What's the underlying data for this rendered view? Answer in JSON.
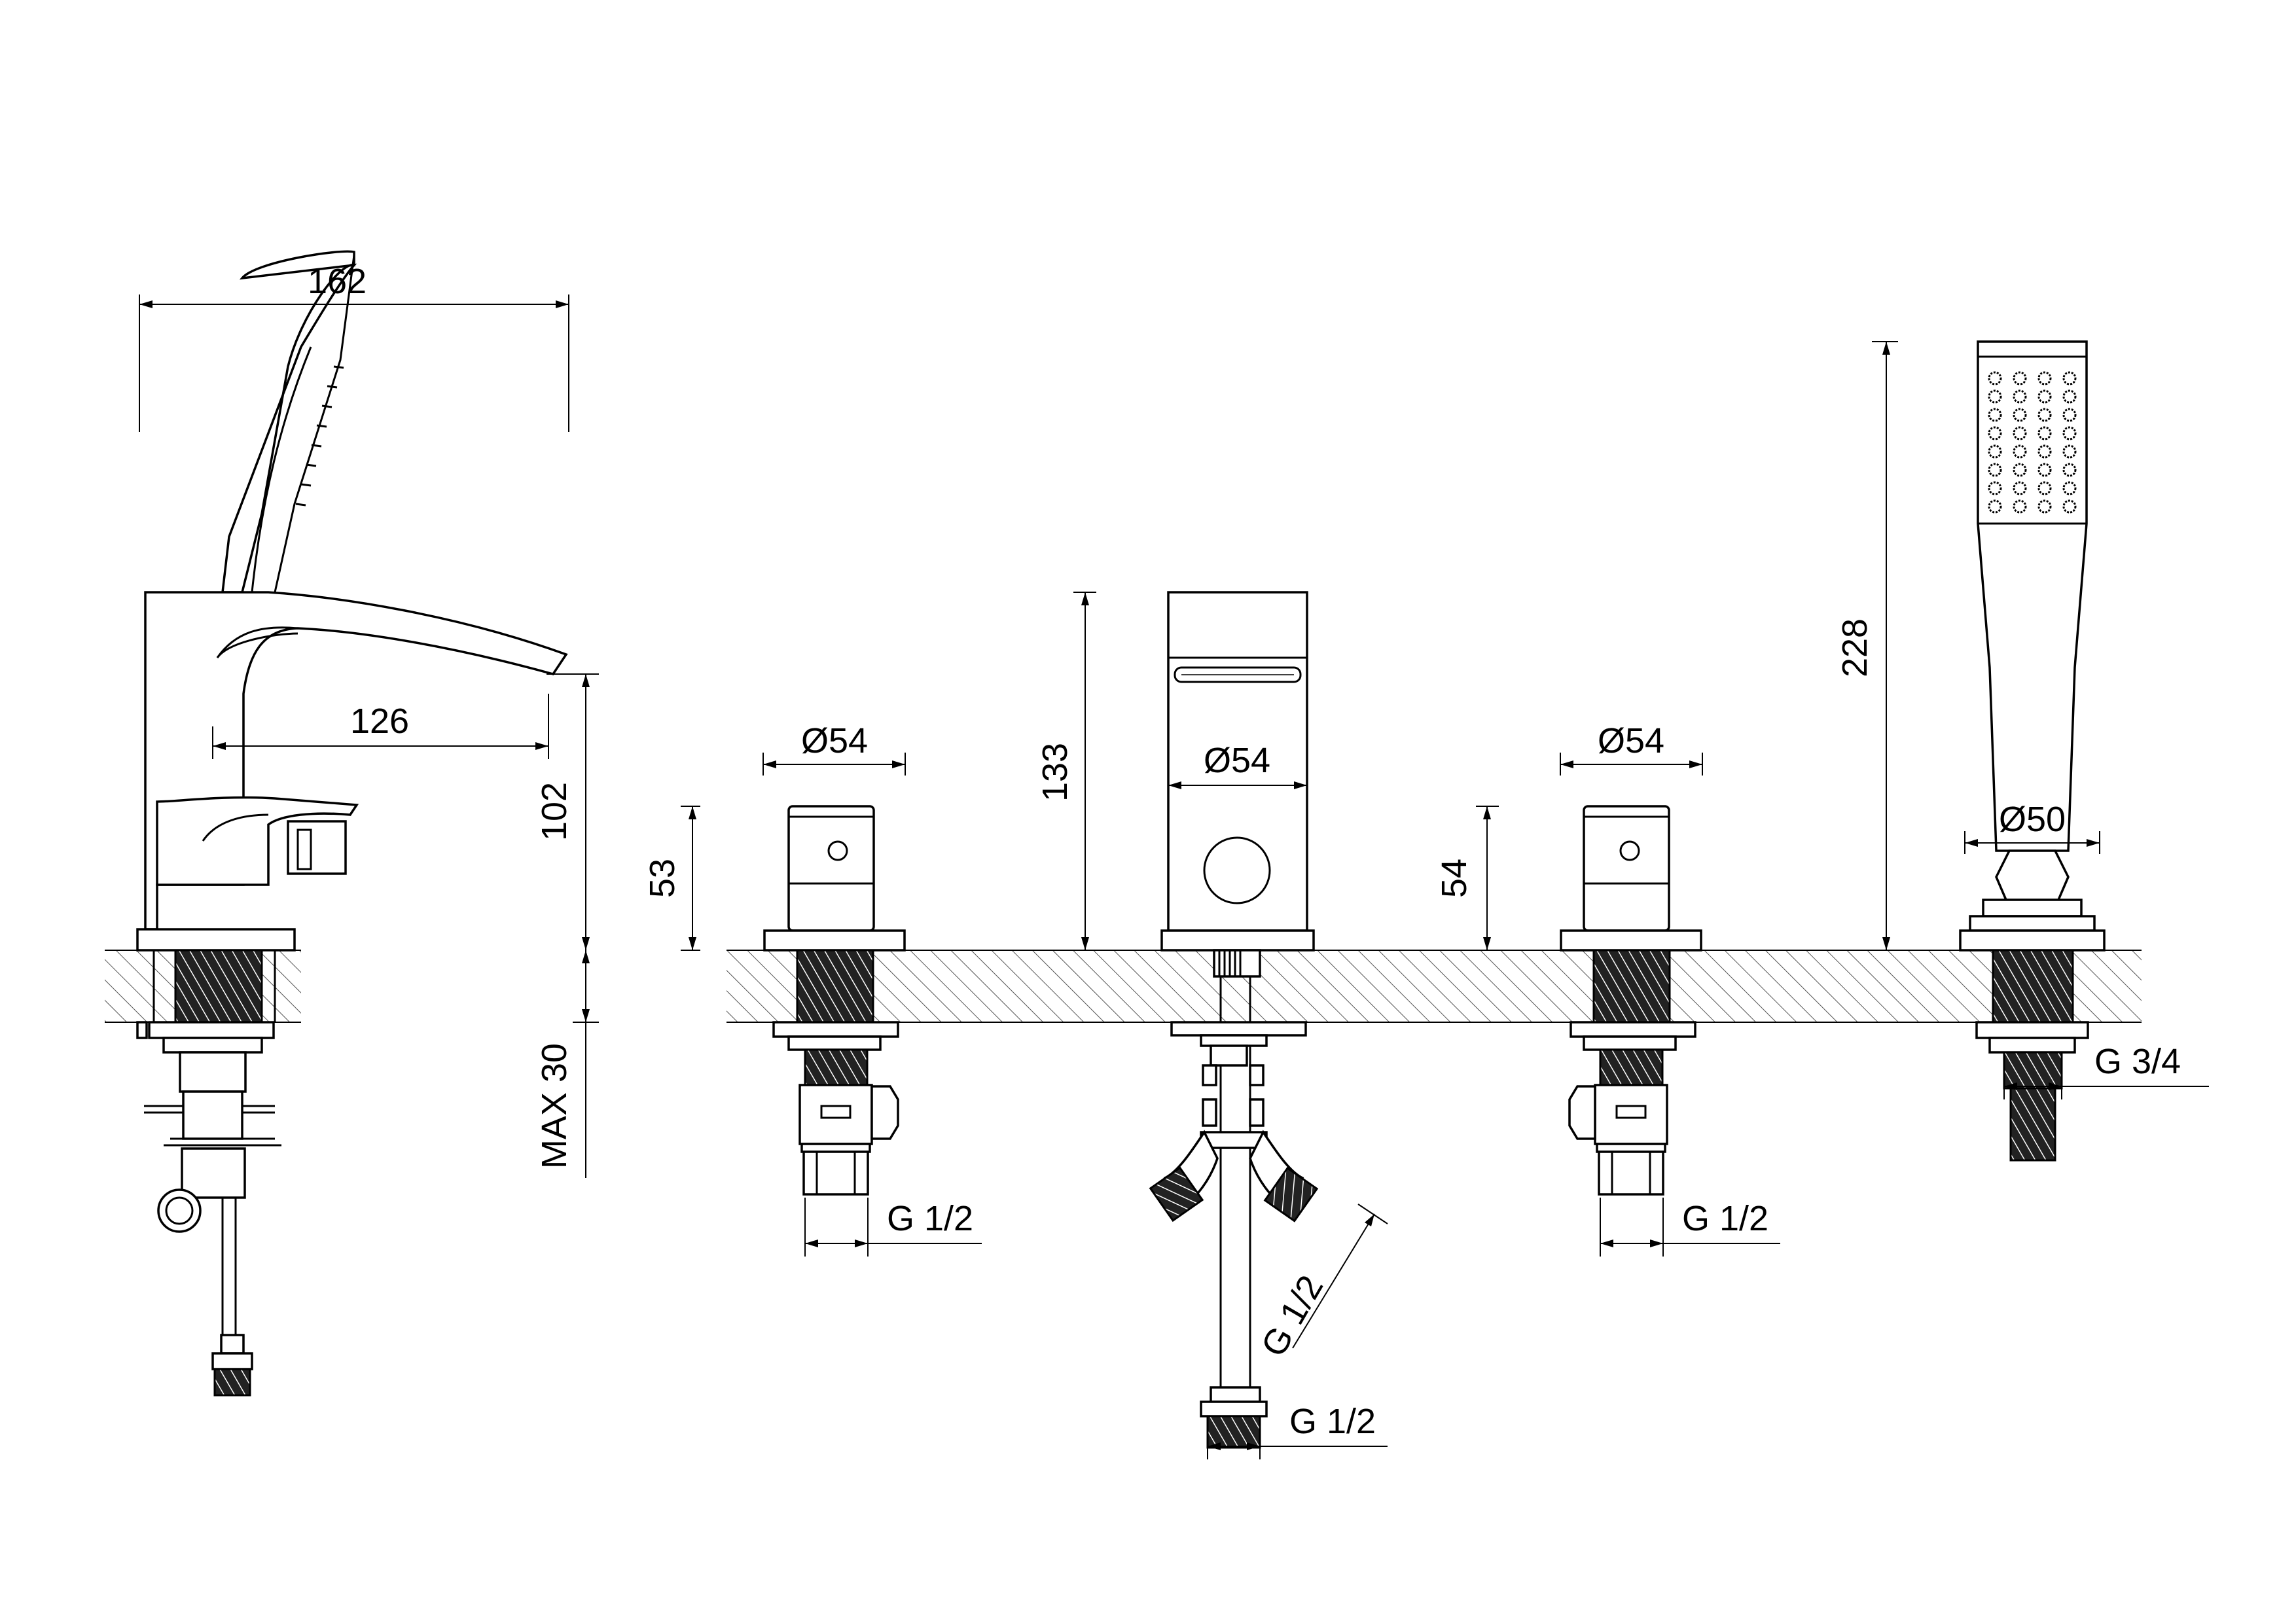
{
  "dimensions": {
    "spout_overall_length": "162",
    "spout_reach": "126",
    "spout_height": "102",
    "deck_thickness": "MAX 30",
    "left_handle_diameter": "Ø54",
    "left_handle_height": "53",
    "center_diameter": "Ø54",
    "center_height": "133",
    "right_handle_diameter": "Ø54",
    "right_handle_height": "54",
    "handshower_height": "228",
    "handshower_diameter": "Ø50",
    "left_connection": "G 1/2",
    "center_connection_angled": "G 1/2",
    "center_connection": "G 1/2",
    "right_connection": "G 1/2",
    "handshower_connection": "G 3/4"
  }
}
